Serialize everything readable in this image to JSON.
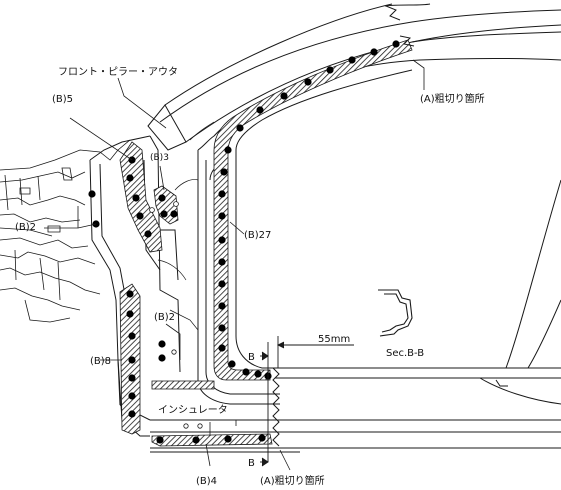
{
  "labels": {
    "front_pillar_outer": "フロント・ピラー・アウタ",
    "rough_cut_top": "(A)粗切り箇所",
    "rough_cut_bottom": "(A)粗切り箇所",
    "b5": "(B)5",
    "b3": "(B)3",
    "b2_left": "(B)2",
    "b2_mid": "(B)2",
    "b27": "(B)27",
    "b8": "(B)8",
    "b4": "(B)4",
    "insulator": "インシュレータ",
    "dim_55": "55mm",
    "section_mark_top": "B",
    "section_mark_bottom": "B",
    "section_title": "Sec.B-B"
  },
  "colors": {
    "line": "#1a1a1a",
    "hatch": "#1a1a1a",
    "spot_weld": "#000000",
    "background": "#ffffff"
  }
}
